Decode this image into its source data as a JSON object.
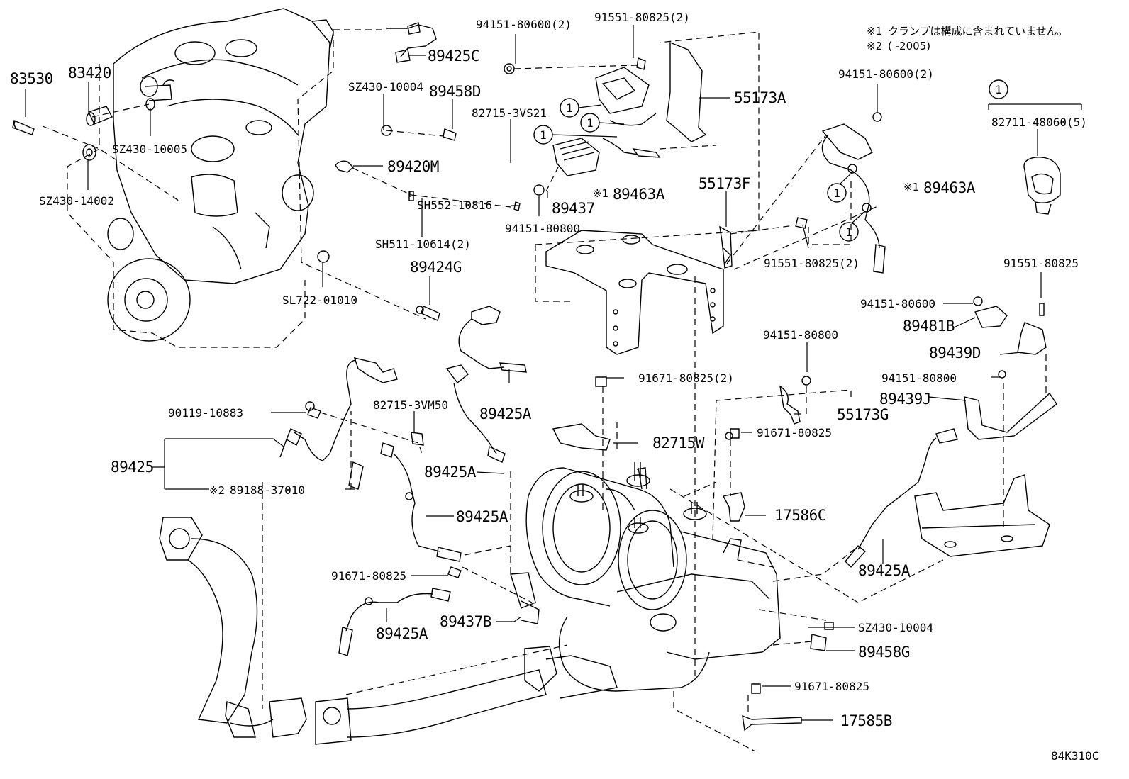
{
  "notes": {
    "note1_mark": "※1",
    "note1_text": "クランプは構成に含まれていません。",
    "note2_mark": "※2",
    "note2_text": "(        -2005)"
  },
  "diagram_code": "84K310C",
  "callouts": {
    "c1": "1"
  },
  "labels": {
    "p83530": "83530",
    "p83420": "83420",
    "p89425C": "89425C",
    "sz43010004_top": "SZ430-10004",
    "p89458D": "89458D",
    "p82715_3VS21": "82715-3VS21",
    "p94151_80600_top": "94151-80600(2)",
    "p91551_80825_top": "91551-80825(2)",
    "p55173A": "55173A",
    "p94151_80600_right": "94151-80600(2)",
    "p82711_48060": "82711-48060(5)",
    "sz43010005": "SZ430-10005",
    "sz43014002": "SZ430-14002",
    "p89420M": "89420M",
    "sh55210816": "SH552-10816",
    "p89437": "89437",
    "p94151_80800_a": "94151-80800",
    "p89463A_a": "89463A",
    "p89463A_b": "89463A",
    "p55173F": "55173F",
    "sh51110614": "SH511-10614(2)",
    "p89424G": "89424G",
    "p91551_80825_mid": "91551-80825(2)",
    "p91551_80825_r": "91551-80825",
    "sl72201010": "SL722-01010",
    "p94151_80600_r": "94151-80600",
    "p89481B": "89481B",
    "p94151_80800_b": "94151-80800",
    "p89439D": "89439D",
    "p91671_80825_2": "91671-80825(2)",
    "p94151_80800_c": "94151-80800",
    "p89439J": "89439J",
    "p89425A_1": "89425A",
    "p82715_3VM50": "82715-3VM50",
    "p90119_10883": "90119-10883",
    "p55173G": "55173G",
    "p91671_80825_a": "91671-80825",
    "p82715W": "82715W",
    "p89425": "89425",
    "p89425A_2": "89425A",
    "p89188_37010": "89188-37010",
    "p17586C": "17586C",
    "p89425A_3": "89425A",
    "p89425A_4": "89425A",
    "p91671_80825_b": "91671-80825",
    "p89437B": "89437B",
    "sz43010004_bot": "SZ430-10004",
    "p89425A_5": "89425A",
    "p89458G": "89458G",
    "p91671_80825_c": "91671-80825",
    "p17585B": "17585B"
  }
}
